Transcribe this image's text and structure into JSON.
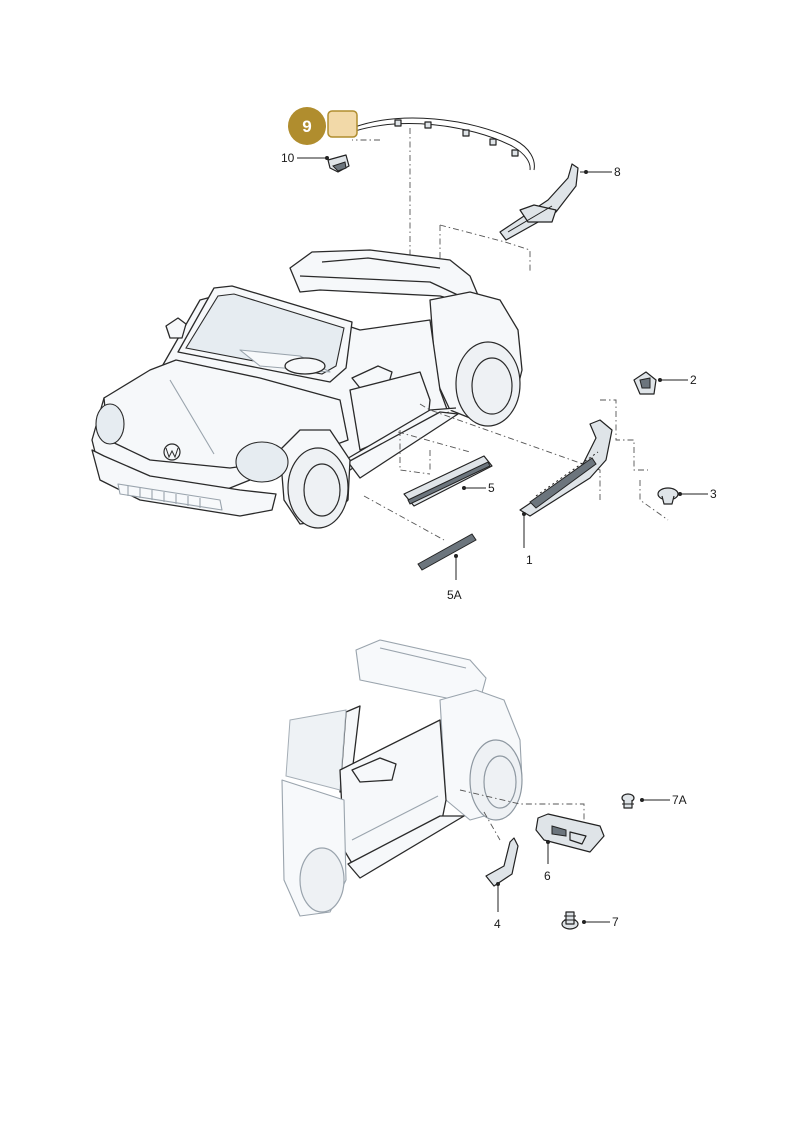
{
  "callouts": {
    "c1": "1",
    "c2": "2",
    "c3": "3",
    "c4": "4",
    "c5": "5",
    "c5a": "5A",
    "c6": "6",
    "c7": "7",
    "c7a": "7A",
    "c8": "8",
    "c10": "10"
  },
  "highlight": {
    "label": "9",
    "color": "#b08d2e",
    "swatch": "#f2d9a8"
  },
  "icons": {
    "vw_emblem": "vw-emblem-icon"
  }
}
